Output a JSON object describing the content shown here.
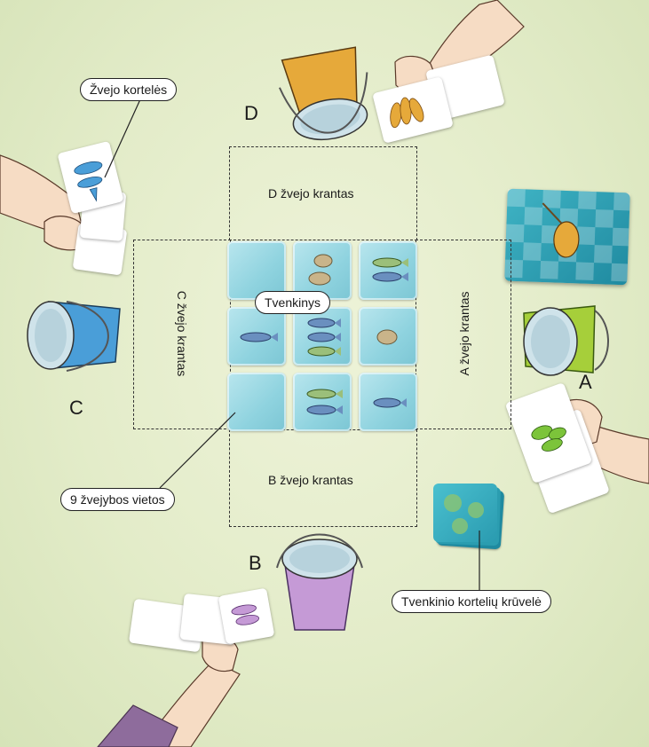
{
  "banks": {
    "d": "D  žvejo krantas",
    "c": "C žvejo krantas",
    "a": "A  žvejo krantas",
    "b": "B  žvejo krantas"
  },
  "seats": {
    "a": "A",
    "b": "B",
    "c": "C",
    "d": "D"
  },
  "callouts": {
    "fisher_cards": "Žvejo kortelės",
    "pond": "Tvenkinys",
    "fishing_spots": "9 žvejybos vietos",
    "pond_card_stack": "Tvenkinio kortelių krūvelė"
  },
  "pond_tiles": [
    "empty",
    "rocks",
    "fish-2",
    "fish-1",
    "fish-3",
    "rock",
    "empty",
    "fish-2",
    "fish-1"
  ],
  "colors": {
    "tile": "#8fd3df",
    "bucket_d": "#e6a93a",
    "bucket_c": "#4a9ed8",
    "bucket_a": "#a6cf3a",
    "bucket_b": "#c59ad6",
    "background": "#e3ecc9"
  }
}
